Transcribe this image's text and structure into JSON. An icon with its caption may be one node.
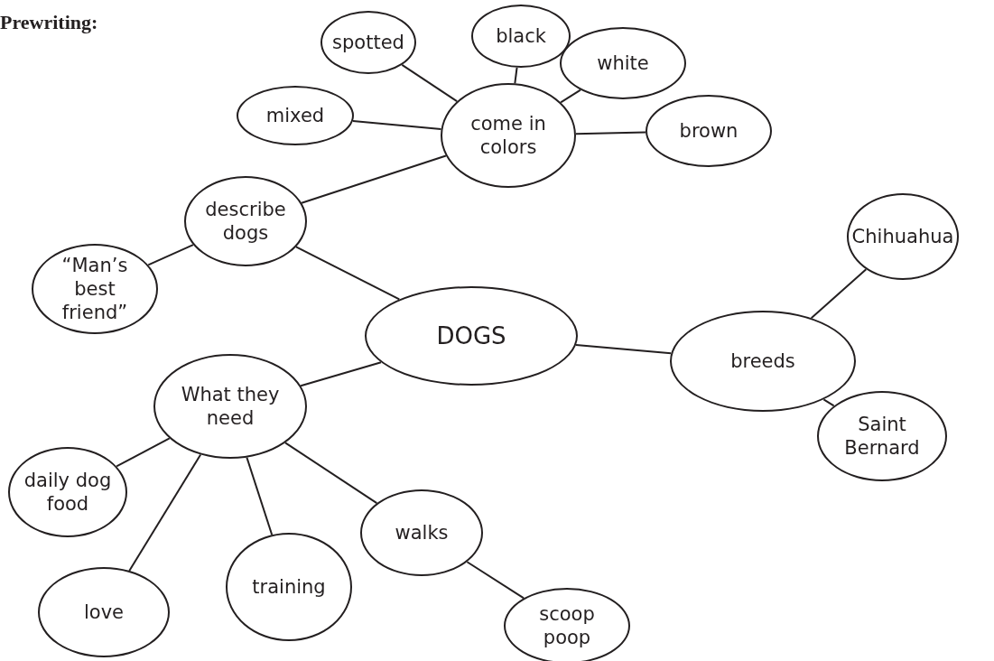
{
  "diagram": {
    "title": "Prewriting:",
    "nodes": [
      {
        "text": [
          "spotted"
        ]
      },
      {
        "text": [
          "black"
        ]
      },
      {
        "text": [
          "white"
        ]
      },
      {
        "text": [
          "mixed"
        ]
      },
      {
        "text": [
          "come in colors"
        ]
      },
      {
        "text": [
          "brown"
        ]
      },
      {
        "text": [
          "describe dogs"
        ]
      },
      {
        "text": [
          "“Man’s best friend”"
        ]
      },
      {
        "text": [
          "Chihuahua"
        ]
      },
      {
        "text": [
          "DOGS"
        ]
      },
      {
        "text": [
          "breeds"
        ]
      },
      {
        "text": [
          "What they need"
        ]
      },
      {
        "text": [
          "Saint Bernard"
        ]
      },
      {
        "text": [
          "daily dog food"
        ]
      },
      {
        "text": [
          "walks"
        ]
      },
      {
        "text": [
          "love"
        ]
      },
      {
        "text": [
          "training"
        ]
      },
      {
        "text": [
          "scoop poop"
        ]
      }
    ],
    "edges": [
      {
        "from": 0,
        "to": 4,
        "arrow": "none"
      },
      {
        "from": 1,
        "to": 4,
        "arrow": "none"
      },
      {
        "from": 2,
        "to": 4,
        "arrow": "none"
      },
      {
        "from": 3,
        "to": 4,
        "arrow": "none"
      },
      {
        "from": 5,
        "to": 4,
        "arrow": "none"
      },
      {
        "from": 4,
        "to": 6,
        "arrow": "none"
      },
      {
        "from": 6,
        "to": 7,
        "arrow": "none"
      },
      {
        "from": 6,
        "to": 9,
        "arrow": "none"
      },
      {
        "from": 9,
        "to": 10,
        "arrow": "none"
      },
      {
        "from": 10,
        "to": 8,
        "arrow": "none"
      },
      {
        "from": 10,
        "to": 12,
        "arrow": "none"
      },
      {
        "from": 9,
        "to": 11,
        "arrow": "none"
      },
      {
        "from": 11,
        "to": 13,
        "arrow": "none"
      },
      {
        "from": 11,
        "to": 15,
        "arrow": "none"
      },
      {
        "from": 11,
        "to": 16,
        "arrow": "none"
      },
      {
        "from": 11,
        "to": 14,
        "arrow": "none"
      },
      {
        "from": 14,
        "to": 17,
        "arrow": "none"
      }
    ]
  }
}
